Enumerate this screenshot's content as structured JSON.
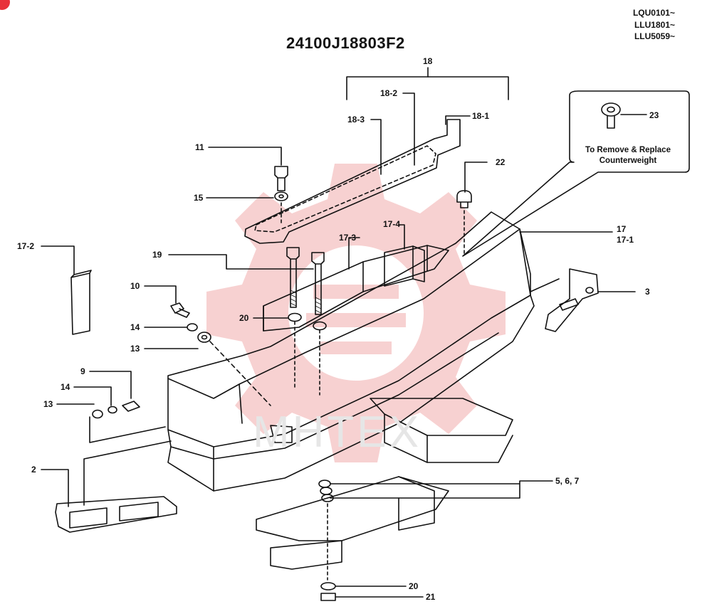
{
  "drawing_number": "24100J18803F2",
  "serial_ranges": [
    "LQU0101~",
    "LLU1801~",
    "LLU5059~"
  ],
  "callout_note": [
    "To Remove & Replace",
    "Counterweight"
  ],
  "watermark": "MHTEX",
  "colors": {
    "line": "#111111",
    "watermark_logo": "#f6c9c9",
    "watermark_text": "#e6e6e6",
    "corner_badge": "#e8323a"
  },
  "parts": [
    {
      "id": "p18",
      "number": "18"
    },
    {
      "id": "p18-1",
      "number": "18-1"
    },
    {
      "id": "p18-2",
      "number": "18-2"
    },
    {
      "id": "p18-3",
      "number": "18-3"
    },
    {
      "id": "p11",
      "number": "11"
    },
    {
      "id": "p15",
      "number": "15"
    },
    {
      "id": "p22",
      "number": "22"
    },
    {
      "id": "p23",
      "number": "23"
    },
    {
      "id": "p17",
      "number": "17"
    },
    {
      "id": "p17-1",
      "number": "17-1"
    },
    {
      "id": "p17-2",
      "number": "17-2"
    },
    {
      "id": "p17-3",
      "number": "17-3"
    },
    {
      "id": "p17-4",
      "number": "17-4"
    },
    {
      "id": "p19",
      "number": "19"
    },
    {
      "id": "p10",
      "number": "10"
    },
    {
      "id": "p20a",
      "number": "20"
    },
    {
      "id": "p14a",
      "number": "14"
    },
    {
      "id": "p13a",
      "number": "13"
    },
    {
      "id": "p3",
      "number": "3"
    },
    {
      "id": "p9",
      "number": "9"
    },
    {
      "id": "p14b",
      "number": "14"
    },
    {
      "id": "p13b",
      "number": "13"
    },
    {
      "id": "p2",
      "number": "2"
    },
    {
      "id": "p5-6-7",
      "number": "5, 6, 7"
    },
    {
      "id": "p20b",
      "number": "20"
    },
    {
      "id": "p21",
      "number": "21"
    }
  ]
}
